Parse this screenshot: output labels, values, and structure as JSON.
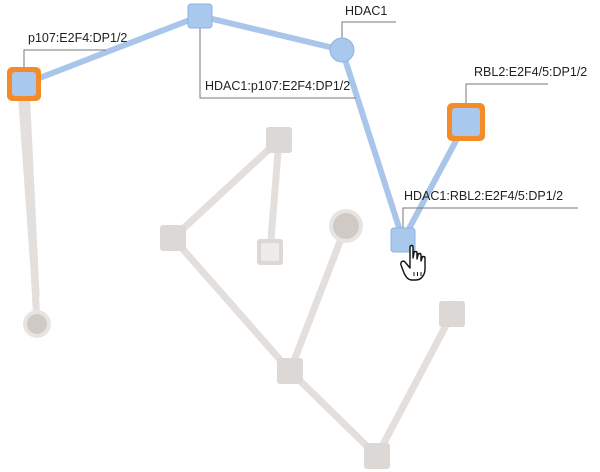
{
  "diagram": {
    "colors": {
      "active_edge": "#a9c6ea",
      "active_node": "#a8c8ee",
      "active_node_stroke": "#8fb2df",
      "highlight_ring": "#f28b28",
      "inactive_edge": "#e3dfdc",
      "inactive_node": "#dcd8d5",
      "inactive_node_dark": "#cfcac6",
      "leader_line": "#777777",
      "label_text": "#222222"
    },
    "labels": {
      "p107": "p107:E2F4:DP1/2",
      "hdac1": "HDAC1",
      "hdac1_p107": "HDAC1:p107:E2F4:DP1/2",
      "rbl2": "RBL2:E2F4/5:DP1/2",
      "hdac1_rbl2": "HDAC1:RBL2:E2F4/5:DP1/2"
    },
    "nodes": [
      {
        "id": "p107",
        "shape": "square",
        "state": "highlighted",
        "label": "p107"
      },
      {
        "id": "top_complex",
        "shape": "square",
        "state": "active",
        "label": "hdac1_p107"
      },
      {
        "id": "hdac1",
        "shape": "circle",
        "state": "active",
        "label": "hdac1"
      },
      {
        "id": "rbl2",
        "shape": "square",
        "state": "highlighted",
        "label": "rbl2"
      },
      {
        "id": "hdac1_rbl2",
        "shape": "square",
        "state": "active",
        "label": "hdac1_rbl2"
      },
      {
        "id": "g_top",
        "shape": "square",
        "state": "inactive"
      },
      {
        "id": "g_left",
        "shape": "square",
        "state": "inactive"
      },
      {
        "id": "g_mid",
        "shape": "square",
        "state": "inactive_outlined"
      },
      {
        "id": "g_circle",
        "shape": "circle",
        "state": "inactive_outlined"
      },
      {
        "id": "g_right",
        "shape": "square",
        "state": "inactive"
      },
      {
        "id": "g_center",
        "shape": "square",
        "state": "inactive"
      },
      {
        "id": "g_bottom",
        "shape": "square",
        "state": "inactive"
      },
      {
        "id": "g_bl_circle",
        "shape": "circle",
        "state": "inactive_outlined"
      }
    ],
    "edges": [
      {
        "from": "p107",
        "to": "top_complex",
        "state": "active"
      },
      {
        "from": "top_complex",
        "to": "hdac1",
        "state": "active"
      },
      {
        "from": "hdac1",
        "to": "hdac1_rbl2",
        "state": "active"
      },
      {
        "from": "rbl2",
        "to": "hdac1_rbl2",
        "state": "active"
      },
      {
        "from": "p107",
        "to": "g_bl_circle",
        "state": "inactive"
      },
      {
        "from": "g_top",
        "to": "g_left",
        "state": "inactive"
      },
      {
        "from": "g_top",
        "to": "g_mid",
        "state": "inactive"
      },
      {
        "from": "g_left",
        "to": "g_center",
        "state": "inactive"
      },
      {
        "from": "g_circle",
        "to": "g_center",
        "state": "inactive"
      },
      {
        "from": "g_center",
        "to": "g_bottom",
        "state": "inactive"
      },
      {
        "from": "g_right",
        "to": "g_bottom",
        "state": "inactive"
      }
    ],
    "cursor": {
      "icon": "hand-pointer-icon",
      "over": "hdac1_rbl2"
    }
  }
}
